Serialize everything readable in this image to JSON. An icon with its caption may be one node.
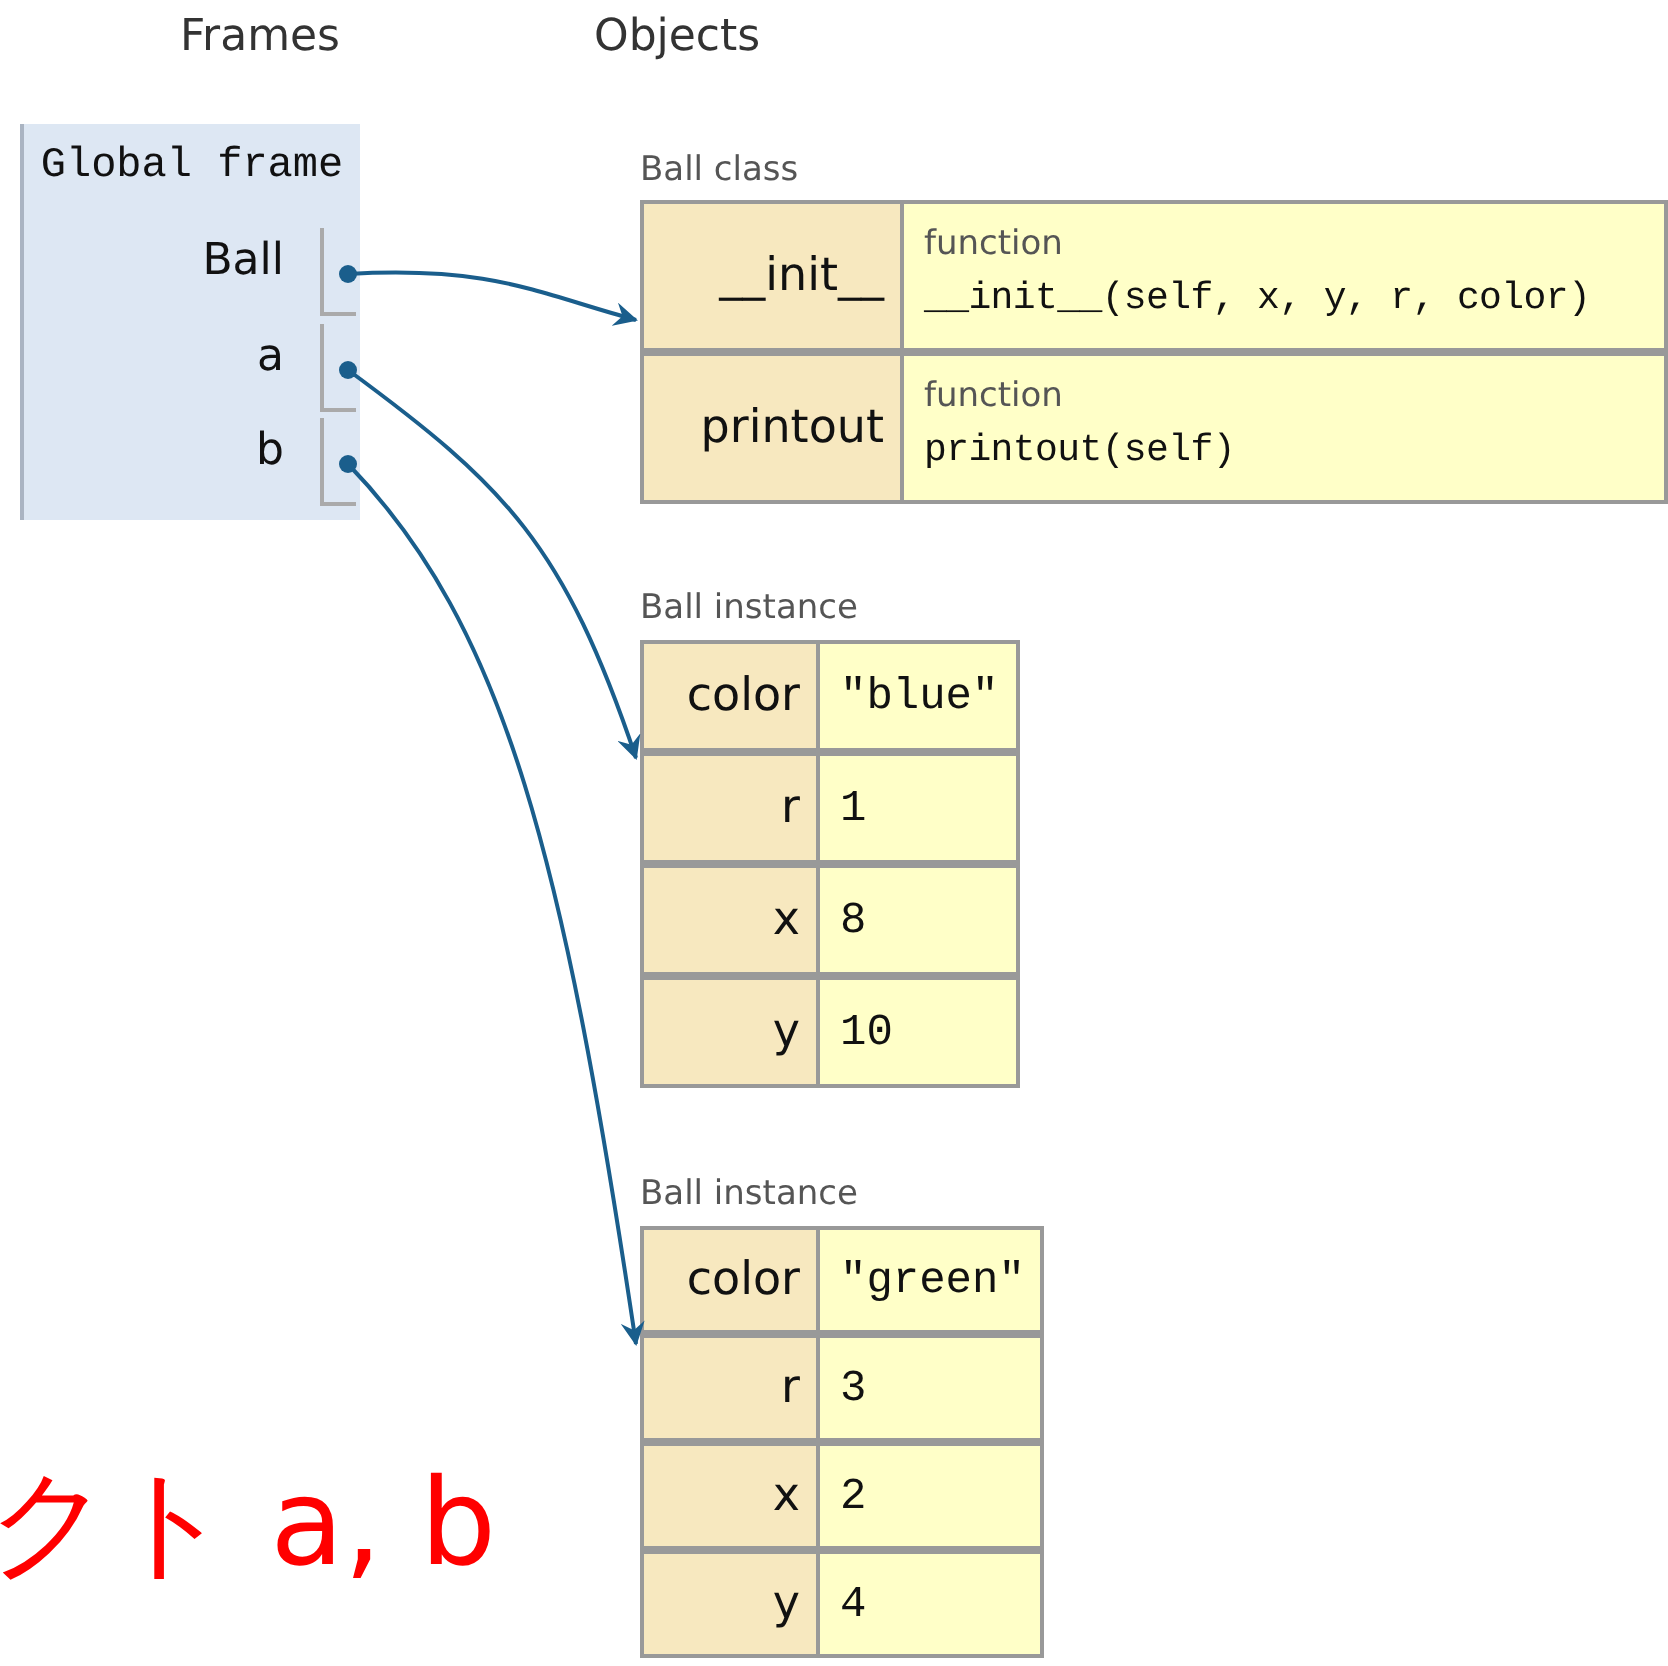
{
  "diagram": {
    "nodes": [
      {
        "text": [
          "Global frame"
        ]
      },
      {
        "text": [
          "Ball"
        ],
        "in": 0
      },
      {
        "text": [
          "a"
        ],
        "in": 0
      },
      {
        "text": [
          "b"
        ],
        "in": 0
      },
      {
        "text": [
          "Ball class"
        ]
      },
      {
        "text": [
          "__init__",
          "function",
          "__init__(self, x, y, r, color)"
        ],
        "in": 4
      },
      {
        "text": [
          "printout",
          "function",
          "printout(self)"
        ],
        "in": 4
      },
      {
        "text": [
          "Ball instance"
        ]
      },
      {
        "text": [
          "color",
          "\"blue\""
        ],
        "in": 7
      },
      {
        "text": [
          "r",
          "1"
        ],
        "in": 7
      },
      {
        "text": [
          "x",
          "8"
        ],
        "in": 7
      },
      {
        "text": [
          "y",
          "10"
        ],
        "in": 7
      },
      {
        "text": [
          "Ball instance"
        ]
      },
      {
        "text": [
          "color",
          "\"green\""
        ],
        "in": 12
      },
      {
        "text": [
          "r",
          "3"
        ],
        "in": 12
      },
      {
        "text": [
          "x",
          "2"
        ],
        "in": 12
      },
      {
        "text": [
          "y",
          "4"
        ],
        "in": 12
      }
    ],
    "edges": [
      {
        "from": 1,
        "to": 4,
        "arrow": "to"
      },
      {
        "from": 2,
        "to": 7,
        "arrow": "to"
      },
      {
        "from": 3,
        "to": 12,
        "arrow": "to"
      }
    ],
    "labels": [
      "Frames",
      "Objects",
      "クト a, b"
    ]
  }
}
